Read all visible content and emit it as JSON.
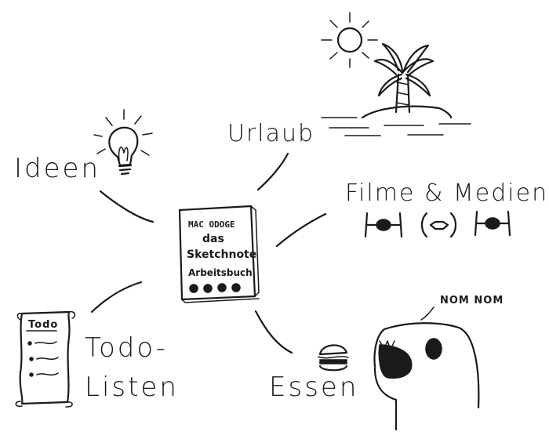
{
  "center": {
    "lines": [
      "MAC ODOGE",
      "das",
      "Sketchnote",
      "Arbeitsbuch"
    ]
  },
  "topics": {
    "urlaub": "Urlaub",
    "ideen": "Ideen",
    "filme": "Filme & Medien",
    "todo_line1": "Todo-",
    "todo_line2": "Listen",
    "essen": "Essen"
  },
  "todo_note": {
    "header": "Todo"
  },
  "monster": {
    "speech": "NOM NOM"
  },
  "icons": [
    "sun-icon",
    "palm-island-icon",
    "lightbulb-icon",
    "tie-fighter-icon",
    "film-icon",
    "todo-scroll-icon",
    "burger-icon",
    "monster-icon"
  ]
}
